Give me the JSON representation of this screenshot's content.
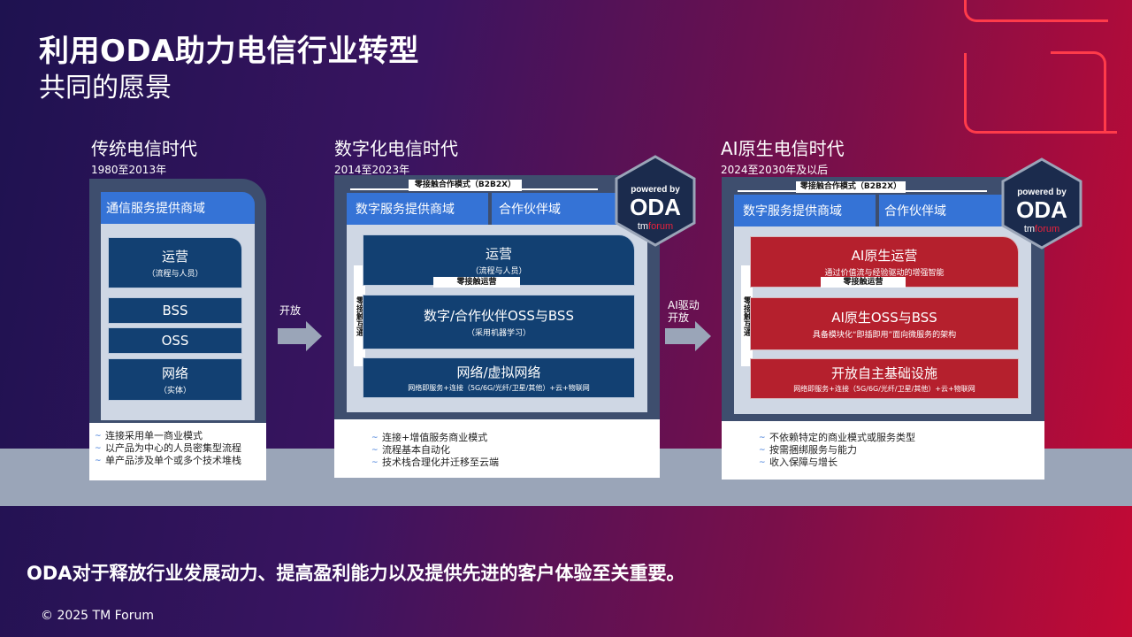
{
  "title": "利用ODA助力电信行业转型",
  "subtitle": "共同的愿景",
  "footer_statement": "ODA对于释放行业发展动力、提高盈利能力以及提供先进的客户体验至关重要。",
  "copyright": "© 2025 TM Forum",
  "era1": {
    "title": "传统电信时代",
    "years": "1980至2013年",
    "header": "通信服务提供商域",
    "ops": "运营",
    "ops_sub": "（流程与人员）",
    "bss": "BSS",
    "oss": "OSS",
    "net": "网络",
    "net_sub": "（实体）",
    "bullets": [
      "连接采用单一商业模式",
      "以产品为中心的人员密集型流程",
      "单产品涉及单个或多个技术堆栈"
    ]
  },
  "arrow1": "开放",
  "era2": {
    "title": "数字化电信时代",
    "years": "2014至2023年",
    "top_tag": "零接触合作模式（B2B2X）",
    "hdr_left": "数字服务提供商域",
    "hdr_right": "合作伙伴域",
    "vlabel": "零接触互通",
    "ops": "运营",
    "ops_sub": "（流程与人员）",
    "zt_ops": "零接触运营",
    "mid": "数字/合作伙伴OSS与BSS",
    "mid_sub": "（采用机器学习）",
    "net": "网络/虚拟网络",
    "net_sub": "网络即服务+连接（5G/6G/光纤/卫星/其他）+云+物联网",
    "bullets": [
      "连接+增值服务商业模式",
      "流程基本自动化",
      "技术栈合理化并迁移至云端"
    ]
  },
  "arrow2": [
    "AI驱动",
    "开放"
  ],
  "era3": {
    "title": "AI原生电信时代",
    "years": "2024至2030年及以后",
    "top_tag": "零接触合作模式（B2B2X）",
    "hdr_left": "数字服务提供商域",
    "hdr_right": "合作伙伴域",
    "vlabel": "零接触互通",
    "ops": "AI原生运营",
    "ops_sub": "通过价值流与经验驱动的增强智能",
    "zt_ops": "零接触运营",
    "mid": "AI原生OSS与BSS",
    "mid_sub": "具备模块化“即插即用”面向微服务的架构",
    "net": "开放自主基础设施",
    "net_sub": "网络即服务+连接（5G/6G/光纤/卫星/其他）+云+物联网",
    "bullets": [
      "不依赖特定的商业模式或服务类型",
      "按需捆绑服务与能力",
      "收入保障与增长"
    ]
  },
  "badge": {
    "line1": "powered by",
    "line2": "ODA",
    "line3_a": "tm",
    "line3_b": "forum"
  },
  "colors": {
    "domain_blue": "#3573d6",
    "block_navy": "#124072",
    "block_red": "#b5202d",
    "frame": "#3e4e6e",
    "band": "#9aa5b8",
    "accent_red": "#ff3b4a"
  }
}
